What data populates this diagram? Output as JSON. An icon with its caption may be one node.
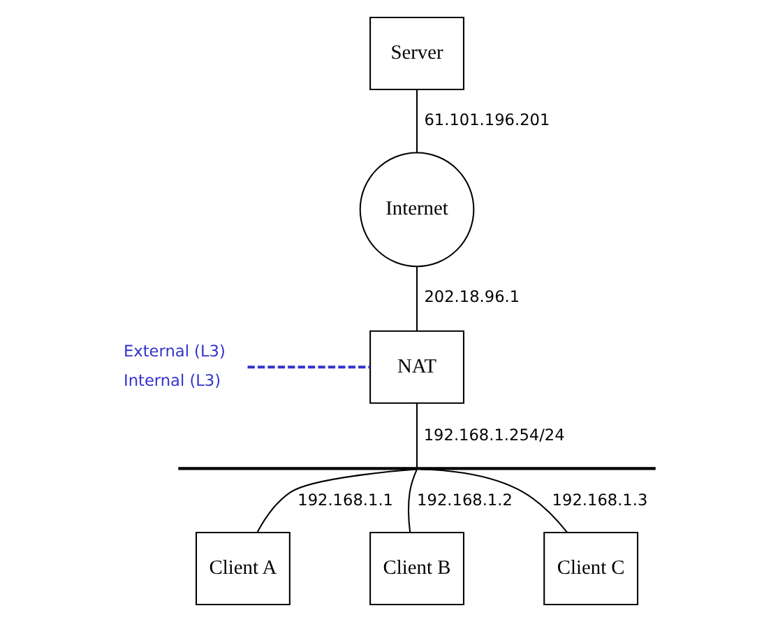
{
  "diagram": {
    "nodes": [
      {
        "text": [
          "Server"
        ]
      },
      {
        "text": [
          "Internet"
        ]
      },
      {
        "text": [
          "NAT"
        ]
      },
      {
        "text": [],
        "shape": "bar"
      },
      {
        "text": [
          "Client A"
        ]
      },
      {
        "text": [
          "Client B"
        ]
      },
      {
        "text": [
          "Client C"
        ]
      }
    ],
    "edges": [
      {
        "from": 0,
        "to": 1,
        "arrow": "none",
        "label": "61.101.196.201"
      },
      {
        "from": 1,
        "to": 2,
        "arrow": "none",
        "label": "202.18.96.1"
      },
      {
        "from": 2,
        "to": 3,
        "arrow": "none",
        "label": "192.168.1.254/24"
      },
      {
        "from": 3,
        "to": 4,
        "arrow": "none",
        "label": "192.168.1.1"
      },
      {
        "from": 3,
        "to": 5,
        "arrow": "none",
        "label": "192.168.1.2"
      },
      {
        "from": 3,
        "to": 6,
        "arrow": "none",
        "label": "192.168.1.3"
      }
    ],
    "labels": [
      "External (L3)",
      "Internal (L3)"
    ]
  }
}
